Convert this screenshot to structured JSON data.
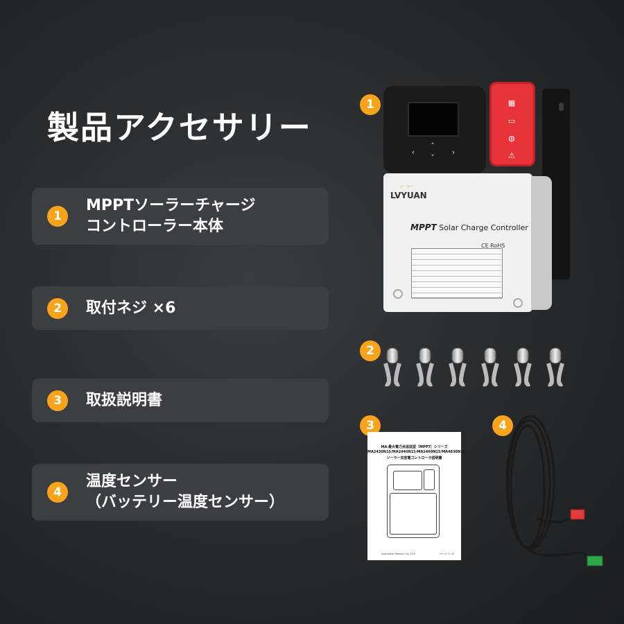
{
  "title": "製品アクセサリー",
  "items": [
    {
      "number": "1",
      "line1": "MPPTソーラーチャージ",
      "line2": "コントローラー本体"
    },
    {
      "number": "2",
      "line1": "取付ネジ ×6",
      "line2": ""
    },
    {
      "number": "3",
      "line1": "取扱説明書",
      "line2": ""
    },
    {
      "number": "4",
      "line1": "温度センサー",
      "line2": "（バッテリー温度センサー）"
    }
  ],
  "product": {
    "brand": "LVYUAN",
    "brand_small": "ソーラー",
    "model_bold": "MPPT",
    "model_text": "Solar Charge Controller",
    "certs": "CE RoHS"
  },
  "manual": {
    "title_line1": "MA 最大電力点追従型（MPPT）シリーズ",
    "title_line2": "MA2430N15/MA2440N15/MA2460N15/MA4830N15",
    "title_line3": "ソーラー充放電コントローラ説明書",
    "footer_left": "Instruction Version: 24_T-09",
    "footer_right": "ページ: 1 / 8"
  },
  "colors": {
    "accent": "#f7a41c",
    "panel": "#3c3e41",
    "controller_red": "#e8333a"
  }
}
